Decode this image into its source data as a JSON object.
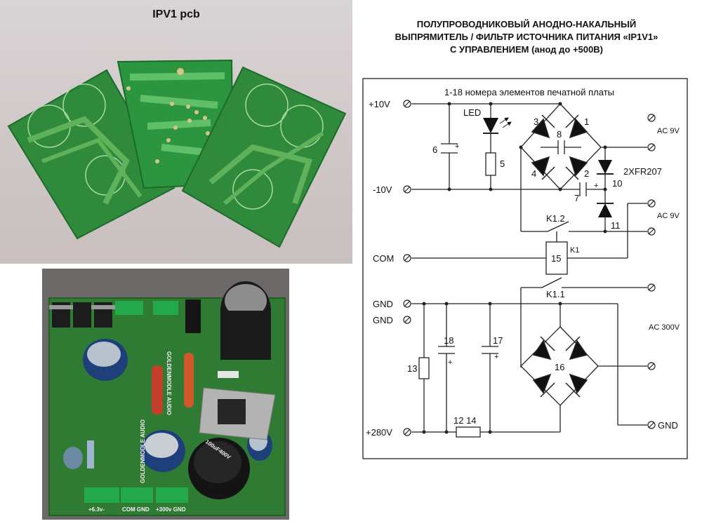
{
  "photo_top": {
    "title": "IPV1 pcb"
  },
  "photo_bottom": {
    "silkscreen_top": "GOLDENMODLE AUDIO",
    "silkscreen_bottom": "GOLDENMODLE AUDIO",
    "terminal_labels": [
      "+6.3v-",
      "COM GND",
      "+300v GND"
    ],
    "cap_label": "100uF400V"
  },
  "schematic": {
    "title_lines": [
      "ПОЛУПРОВОДНИКОВЫЙ АНОДНО-НАКАЛЬНЫЙ",
      "ВЫПРЯМИТЕЛЬ / ФИЛЬТР ИСТОЧНИКА ПИТАНИЯ  «IP1V1»",
      "С УПРАВЛЕНИЕМ (анод до +500В)"
    ],
    "caption": "1-18 номера элементов печатной платы",
    "terminals": {
      "p10v": "+10V",
      "m10v": "-10V",
      "com": "COM",
      "gnd1": "GND",
      "gnd2": "GND",
      "p280v": "+280V",
      "ac9v_top": "AC 9V",
      "ac9v_bottom": "AC 9V",
      "ac300v": "AC 300V",
      "gnd_out": "GND"
    },
    "components": {
      "led": "LED",
      "c6": "6",
      "r5": "5",
      "d1": "1",
      "d2": "2",
      "d3": "3",
      "d4": "4",
      "c8": "8",
      "c7": "7",
      "d10": "10",
      "d11": "11",
      "zener": "2XFR207",
      "k12": "K1.2",
      "relay": "15",
      "relay_name": "K1",
      "k11": "K1.1",
      "c18": "18",
      "c17": "17",
      "r13": "13",
      "r12_14": "12 14",
      "bridge16": "16"
    },
    "polarity_plus": "+"
  }
}
